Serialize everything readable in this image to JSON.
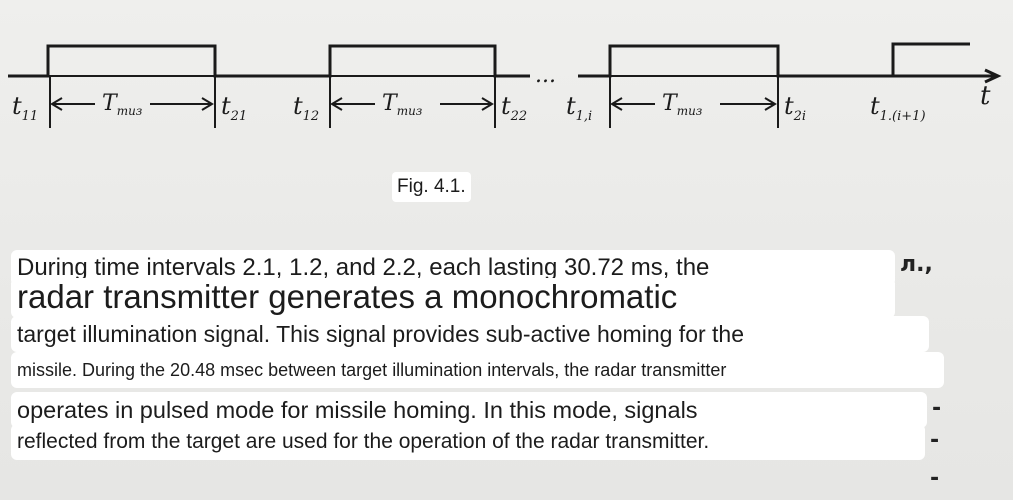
{
  "diagram": {
    "labels": {
      "t11": "t",
      "t11_sub": "11",
      "t21": "t",
      "t21_sub": "21",
      "t12": "t",
      "t12_sub": "12",
      "t22": "t",
      "t22_sub": "22",
      "t1i": "t",
      "t1i_sub": "1,i",
      "t2i": "t",
      "t2i_sub": "2i",
      "t1i1": "t",
      "t1i1_sub": "1.(i+1)",
      "axis": "t",
      "T1": "T",
      "T1_sub": "тиз",
      "T2": "T",
      "T2_sub": "тиз",
      "T3": "T",
      "T3_sub": "тиз",
      "dots": "..."
    }
  },
  "caption": "Fig. 4.1.",
  "paragraph_lines": [
    "During time intervals 2.1, 1.2, and 2.2, each lasting 30.72 ms, the",
    "radar transmitter generates a monochromatic",
    "target illumination signal. This signal provides sub-active homing for the",
    "missile. During the 20.48 msec between target illumination intervals, the radar transmitter",
    "operates in pulsed mode for missile homing. In this mode, signals",
    "reflected from the target are used for the operation of the radar transmitter."
  ],
  "margin_marks": [
    "л.,",
    "-",
    "-",
    "-"
  ]
}
